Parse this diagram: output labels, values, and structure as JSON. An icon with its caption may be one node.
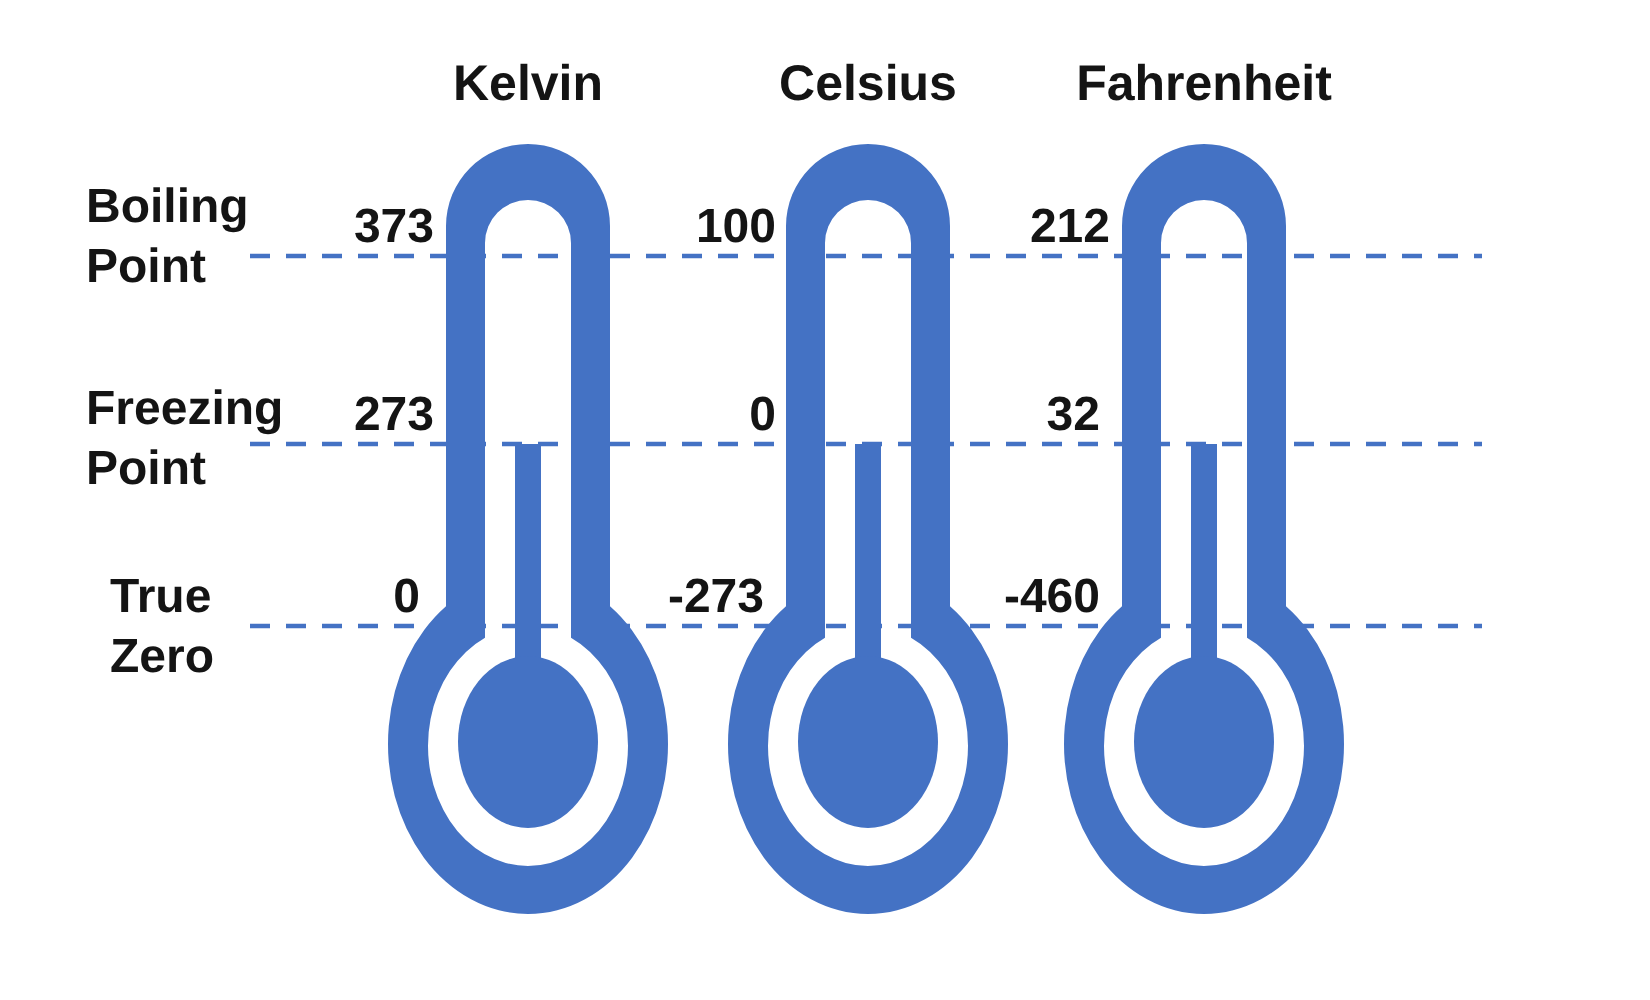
{
  "diagram": {
    "labels": [
      "Kelvin",
      "Celsius",
      "Fahrenheit",
      "Boiling Point",
      "373",
      "100",
      "212",
      "Freezing Point",
      "273",
      "0",
      "32",
      "True Zero",
      "0",
      "-273",
      "-460"
    ]
  }
}
